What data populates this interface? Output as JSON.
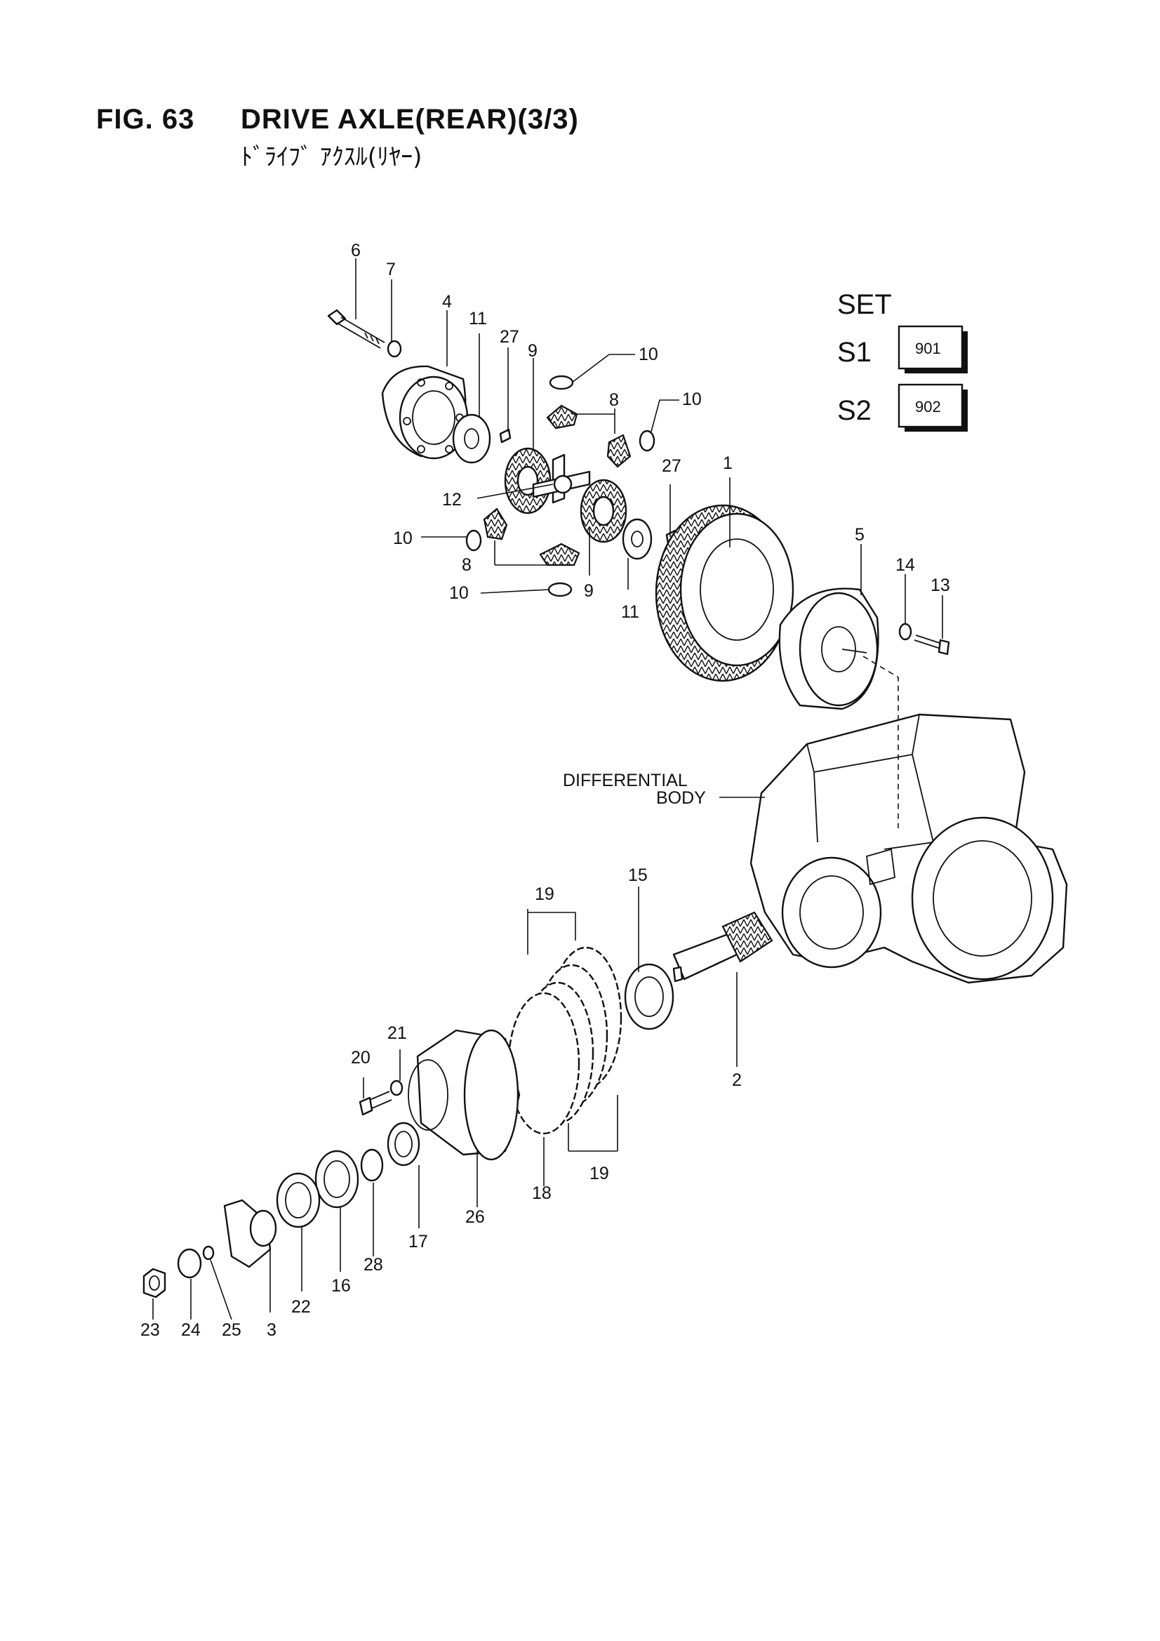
{
  "header": {
    "fig_number": "FIG. 63",
    "title": "DRIVE AXLE(REAR)(3/3)",
    "subtitle_jp": "ﾄﾞﾗｲﾌﾞ ｱｸｽﾙ(ﾘﾔｰ)"
  },
  "set_legend": {
    "heading": "SET",
    "rows": [
      {
        "label": "S1",
        "code": "901"
      },
      {
        "label": "S2",
        "code": "902"
      }
    ]
  },
  "body_label": {
    "line1": "DIFFERENTIAL",
    "line2": "BODY"
  },
  "callouts": [
    "6",
    "7",
    "4",
    "11",
    "27",
    "9",
    "10",
    "8",
    "10",
    "12",
    "27",
    "1",
    "10",
    "8",
    "9",
    "11",
    "10",
    "5",
    "14",
    "13",
    "15",
    "19",
    "2",
    "21",
    "20",
    "19",
    "18",
    "26",
    "17",
    "28",
    "16",
    "22",
    "3",
    "23",
    "24",
    "25"
  ],
  "icons": [
    "bolt",
    "washer",
    "diff-case",
    "thrust-washer",
    "pin",
    "side-gear",
    "pinion-gear",
    "spider",
    "ring-gear",
    "housing",
    "bearing",
    "oil-seal",
    "shim",
    "pinion-shaft",
    "flange-yoke",
    "nut"
  ]
}
